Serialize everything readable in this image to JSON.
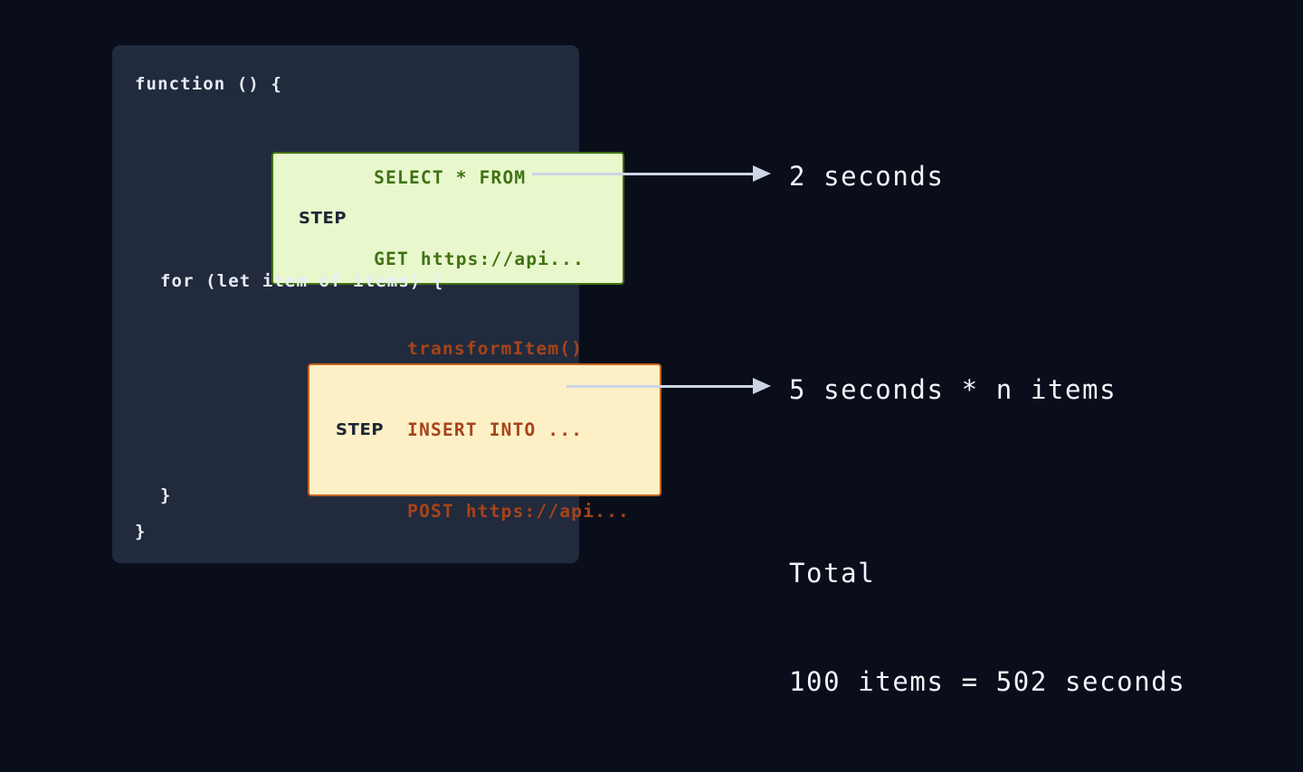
{
  "theme": {
    "page_background": "#0a0e1a",
    "panel_background": "#212b3d",
    "code_text": "#e7ecf5",
    "green_box_fill": "#e9f7cd",
    "green_box_border": "#3f7212",
    "green_text": "#3f7212",
    "yellow_box_fill": "#fdf0c7",
    "yellow_box_border": "#c4661e",
    "yellow_text": "#a8431a",
    "step_tag_text": "#1d2636",
    "arrow_color": "#ccd5e4",
    "annotation_text": "#f2f5fa"
  },
  "code_panel": {
    "line_function": "function () {",
    "line_for": "for (let item of items) {",
    "line_close_brace_inner": "}",
    "line_close_brace_outer": "}"
  },
  "steps": [
    {
      "tag": "STEP",
      "color": "green",
      "lines": [
        "SELECT * FROM",
        "GET https://api..."
      ]
    },
    {
      "tag": "STEP",
      "color": "yellow",
      "lines": [
        "transformItem()",
        "INSERT INTO ...",
        "POST https://api..."
      ]
    }
  ],
  "annotations": {
    "step_one_cost": "2 seconds",
    "step_two_cost": "5 seconds * n items",
    "total_label": "Total",
    "total_value": "100 items = 502 seconds"
  }
}
